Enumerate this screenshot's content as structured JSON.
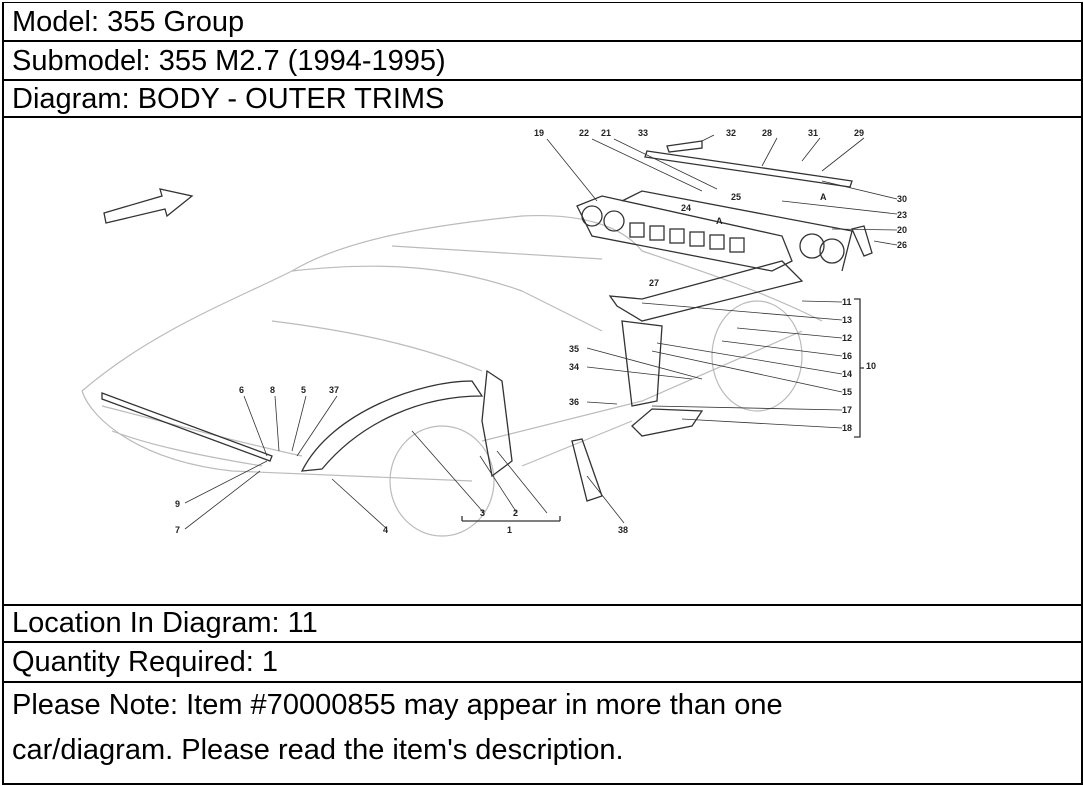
{
  "model": "Model: 355 Group",
  "submodel": "Submodel: 355 M2.7 (1994-1995)",
  "diagram_title": "Diagram: BODY - OUTER TRIMS",
  "callouts": [
    "19",
    "22",
    "21",
    "33",
    "32",
    "28",
    "31",
    "29",
    "30",
    "A",
    "25",
    "24",
    "23",
    "A",
    "20",
    "26",
    "27",
    "11",
    "13",
    "12",
    "16",
    "10",
    "14",
    "15",
    "35",
    "34",
    "36",
    "17",
    "18",
    "6",
    "8",
    "5",
    "37",
    "9",
    "7",
    "4",
    "3",
    "2",
    "1",
    "38"
  ],
  "location": "Location In Diagram: 11",
  "quantity": "Quantity Required: 1",
  "note_line1": "Please Note: Item #70000855 may appear in more than one",
  "note_line2": "car/diagram. Please read the item's description."
}
